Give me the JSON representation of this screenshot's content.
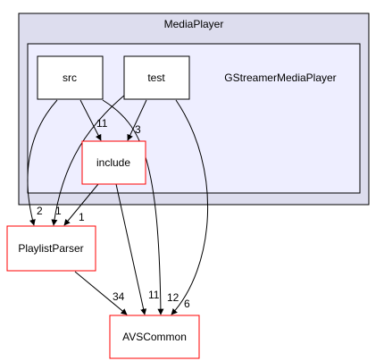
{
  "clusters": {
    "outer": {
      "label": "MediaPlayer",
      "fill": "#ddddee",
      "stroke": "#000000"
    },
    "inner": {
      "label": "GStreamerMediaPlayer",
      "fill": "#eeeeff",
      "stroke": "#000000"
    }
  },
  "nodes": {
    "src": {
      "label": "src",
      "stroke": "#000000"
    },
    "test": {
      "label": "test",
      "stroke": "#000000"
    },
    "include": {
      "label": "include",
      "stroke": "#ff0000"
    },
    "playlist_parser": {
      "label": "PlaylistParser",
      "stroke": "#ff0000"
    },
    "avs_common": {
      "label": "AVSCommon",
      "stroke": "#ff0000"
    }
  },
  "edges": {
    "src_to_include": {
      "from": "src",
      "to": "include",
      "label": "11"
    },
    "src_to_playlist_parser": {
      "from": "src",
      "to": "PlaylistParser",
      "label": "2"
    },
    "src_to_avs_common": {
      "from": "src",
      "to": "AVSCommon",
      "label": ""
    },
    "test_to_include": {
      "from": "test",
      "to": "include",
      "label": "3"
    },
    "test_to_playlist_parser": {
      "from": "test",
      "to": "PlaylistParser",
      "label": "1"
    },
    "test_to_avs_common": {
      "from": "test",
      "to": "AVSCommon",
      "label": "6"
    },
    "include_to_playlist_parser": {
      "from": "include",
      "to": "PlaylistParser",
      "label": "1"
    },
    "include_to_avs_common": {
      "from": "include",
      "to": "AVSCommon",
      "label": "11"
    },
    "playlist_parser_to_avs_common": {
      "from": "PlaylistParser",
      "to": "AVSCommon",
      "label": "34"
    },
    "avs_common_extra_count": {
      "label": "12"
    }
  }
}
